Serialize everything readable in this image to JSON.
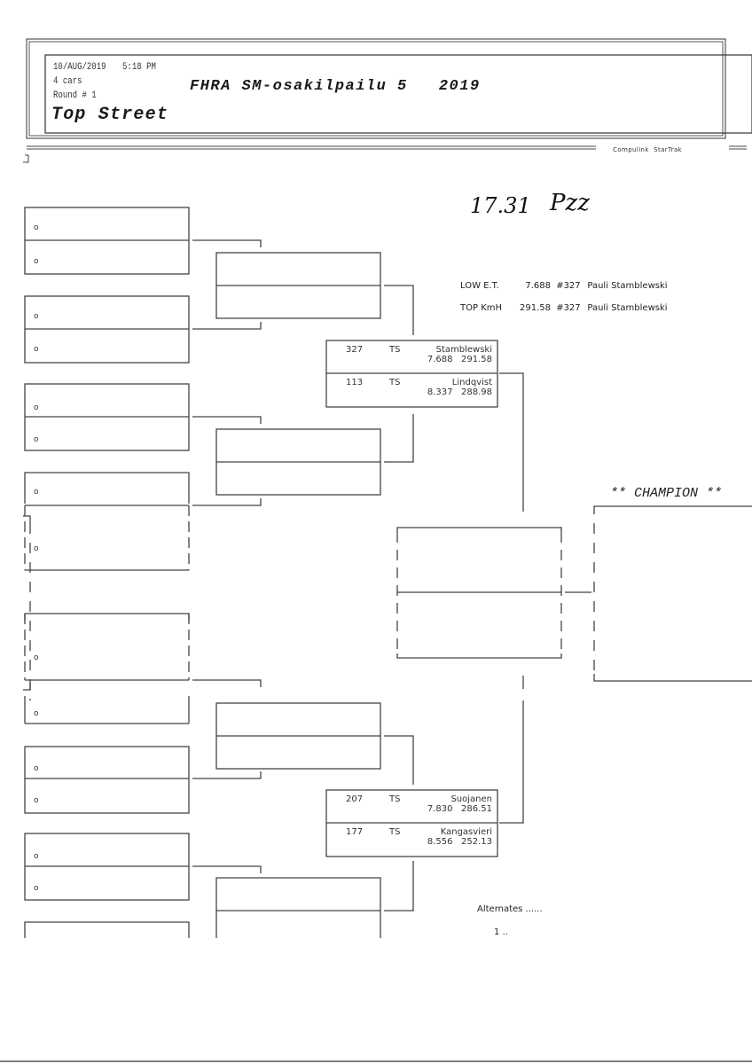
{
  "header": {
    "date": "10/AUG/2019",
    "time": "5:18 PM",
    "cars": "4 cars",
    "round": "Round # 1",
    "event_title": "FHRA SM-osakilpailu 5   2019",
    "class_name": "Top Street",
    "brand": "Compulink  StarTrak"
  },
  "handwritten": {
    "time_note": "17.31",
    "signature": "Pzz"
  },
  "records": [
    {
      "label": "LOW E.T.",
      "value": "7.688",
      "car": "#327",
      "driver": "Pauli Stamblewski"
    },
    {
      "label": "TOP KmH",
      "value": "291.58",
      "car": "#327",
      "driver": "Pauli Stamblewski"
    }
  ],
  "first_round_marker": "o",
  "semifinal_pairs": [
    {
      "lanes": [
        {
          "number": "327",
          "class": "TS",
          "driver": "Stamblewski",
          "et": "7.688",
          "speed": "291.58"
        },
        {
          "number": "113",
          "class": "TS",
          "driver": "Lindqvist",
          "et": "8.337",
          "speed": "288.98"
        }
      ]
    },
    {
      "lanes": [
        {
          "number": "207",
          "class": "TS",
          "driver": "Suojanen",
          "et": "7.830",
          "speed": "286.51"
        },
        {
          "number": "177",
          "class": "TS",
          "driver": "Kangasvieri",
          "et": "8.556",
          "speed": "252.13"
        }
      ]
    }
  ],
  "champion_label": "** CHAMPION **",
  "alternates": {
    "label": "Alternates ......",
    "items": [
      "1 .."
    ]
  }
}
